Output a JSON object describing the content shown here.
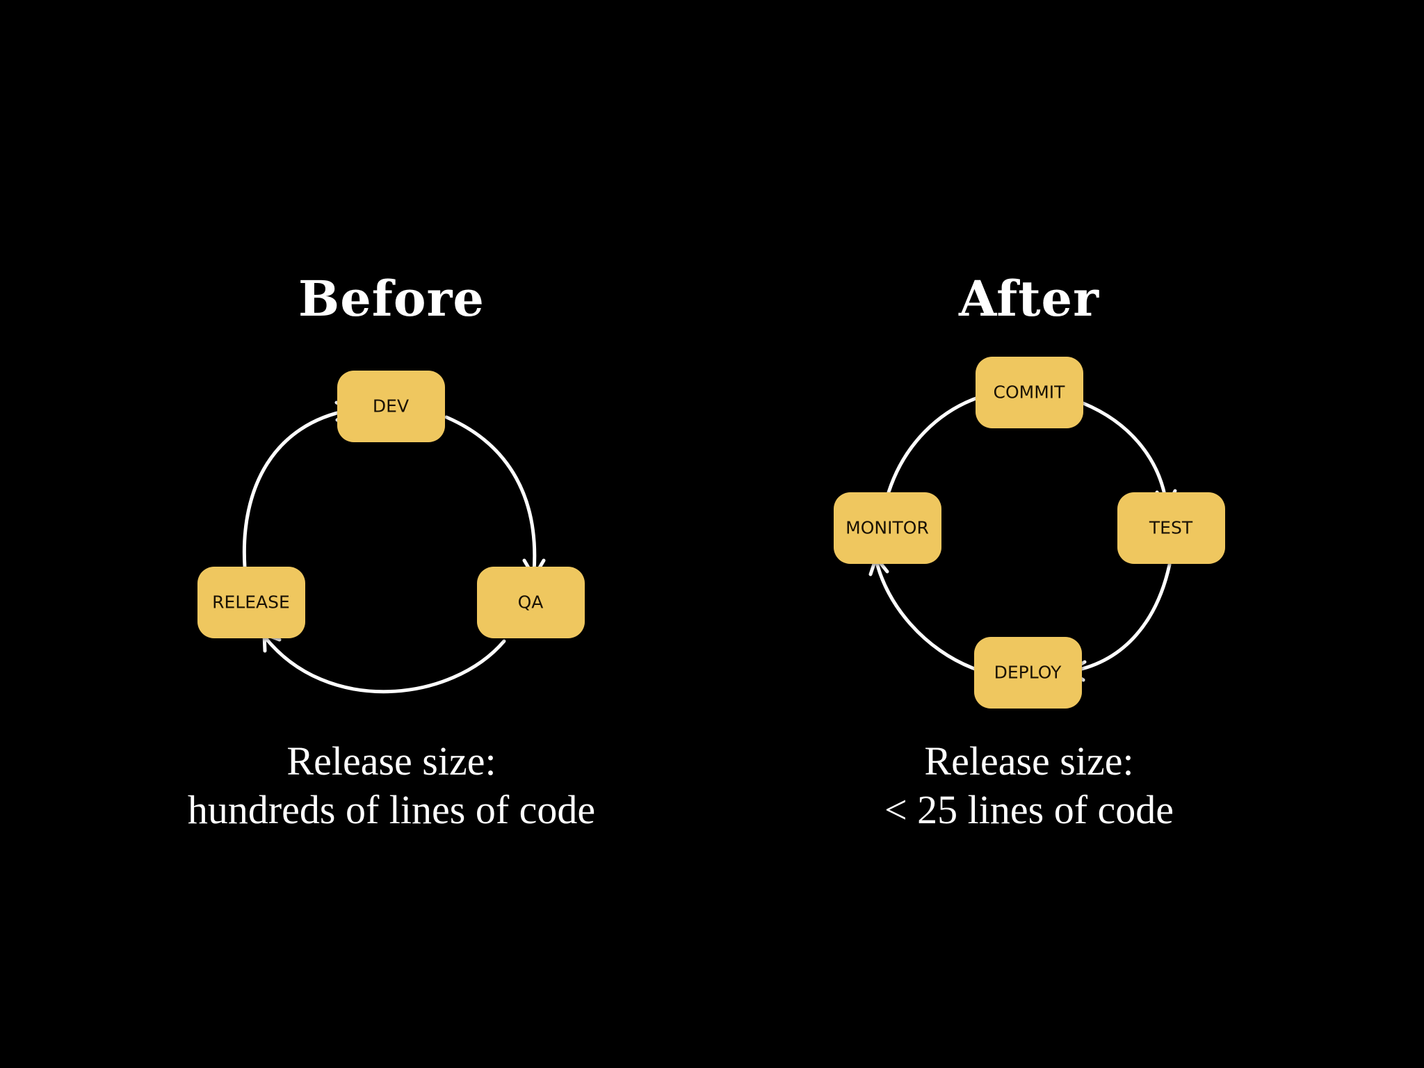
{
  "colors": {
    "background": "#000000",
    "box_fill": "#efc75e",
    "box_text": "#1a1205",
    "arrow": "#ffffff",
    "text": "#ffffff"
  },
  "before": {
    "title": "Before",
    "nodes": [
      {
        "id": "dev",
        "label": "DEV"
      },
      {
        "id": "qa",
        "label": "QA"
      },
      {
        "id": "release",
        "label": "RELEASE"
      }
    ],
    "caption_line1": "Release size:",
    "caption_line2": "hundreds of lines of code"
  },
  "after": {
    "title": "After",
    "nodes": [
      {
        "id": "commit",
        "label": "COMMIT"
      },
      {
        "id": "test",
        "label": "TEST"
      },
      {
        "id": "deploy",
        "label": "DEPLOY"
      },
      {
        "id": "monitor",
        "label": "MONITOR"
      }
    ],
    "caption_line1": "Release size:",
    "caption_line2": "< 25 lines of code"
  }
}
